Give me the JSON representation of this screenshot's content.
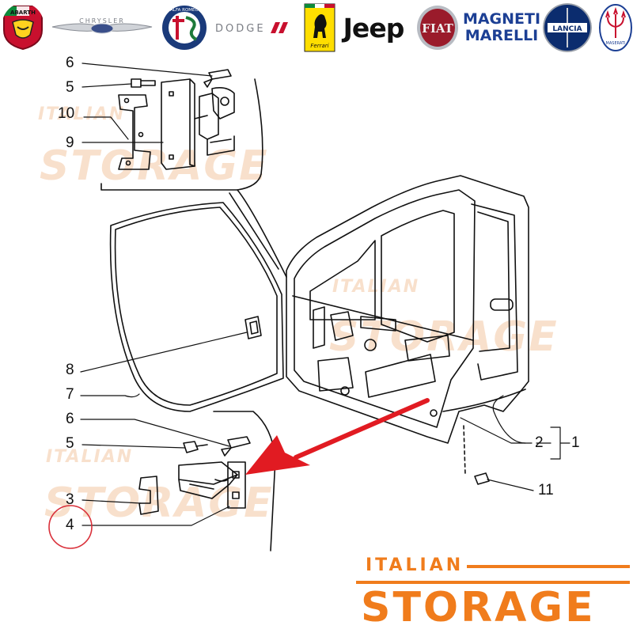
{
  "brands": [
    {
      "name": "ABARTH",
      "icon": "abarth-scorpion-icon"
    },
    {
      "name": "CHRYSLER",
      "icon": "chrysler-wings-icon"
    },
    {
      "name": "ALFA ROMEO",
      "icon": "alfa-romeo-badge-icon"
    },
    {
      "name": "DODGE",
      "icon": "dodge-stripes-icon"
    },
    {
      "name": "Ferrari",
      "icon": "ferrari-horse-icon"
    },
    {
      "name": "Jeep",
      "icon": "jeep-wordmark"
    },
    {
      "name": "FIAT",
      "icon": "fiat-badge-icon"
    },
    {
      "name": "MAGNETI",
      "name2": "MARELLI",
      "icon": "magneti-marelli-wordmark"
    },
    {
      "name": "LANCIA",
      "icon": "lancia-shield-icon"
    },
    {
      "name": "MASERATI",
      "icon": "maserati-trident-icon"
    }
  ],
  "watermark": {
    "line1": "ITALIAN",
    "line2": "STORAGE"
  },
  "logo": {
    "line1": "ITALIAN",
    "line2": "STORAGE",
    "color": "#f07c1c"
  },
  "callouts": {
    "top_6": "6",
    "top_5": "5",
    "top_10": "10",
    "top_9": "9",
    "left_8": "8",
    "left_7": "7",
    "bot_6": "6",
    "bot_5": "5",
    "bot_3": "3",
    "bot_4": "4",
    "right_2": "2",
    "right_1": "1",
    "right_11": "11"
  },
  "highlight": {
    "part": "4",
    "circle_color": "#d9303a",
    "arrow_color": "#e11b22"
  }
}
